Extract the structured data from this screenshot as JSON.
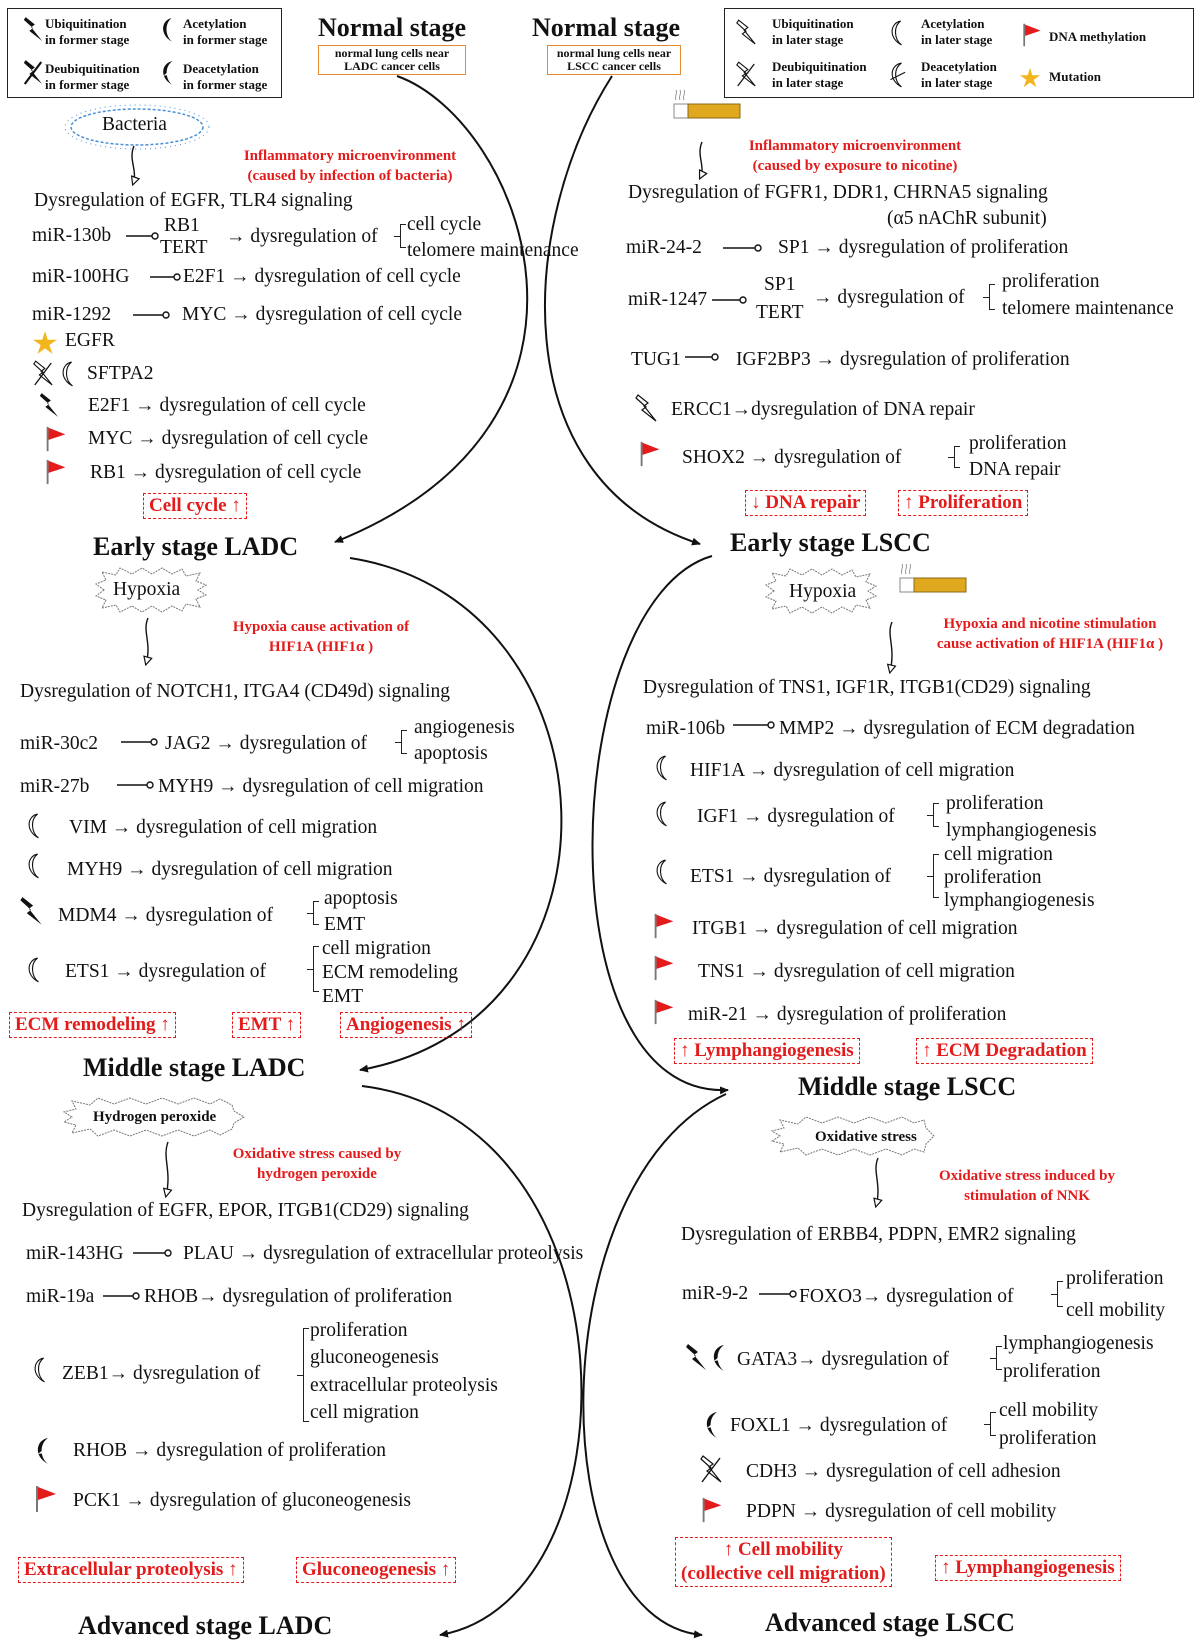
{
  "legend_left": {
    "ubi_former": "Ubiquitination in former stage",
    "ubi_former_l1": "Ubiquitination",
    "ubi_former_l2": "in former stage",
    "ace_former_l1": "Acetylation",
    "ace_former_l2": "in former stage",
    "deubi_former_l1": "Deubiquitination",
    "deubi_former_l2": "in former stage",
    "deace_former_l1": "Deacetylation",
    "deace_former_l2": "in former stage"
  },
  "legend_right": {
    "ubi_later_l1": "Ubiquitination",
    "ubi_later_l2": "in later stage",
    "ace_later_l1": "Acetylation",
    "ace_later_l2": "in later stage",
    "methyl": "DNA methylation",
    "deubi_later_l1": "Deubiquitination",
    "deubi_later_l2": "in later stage",
    "deace_later_l1": "Deacetylation",
    "deace_later_l2": "in later stage",
    "mutation": "Mutation"
  },
  "stages": {
    "normal_left": "Normal stage",
    "normal_left_cells_l1": "normal lung cells near",
    "normal_left_cells_l2": "LADC cancer cells",
    "normal_right": "Normal stage",
    "normal_right_cells_l1": "normal lung cells near",
    "normal_right_cells_l2": "LSCC cancer cells",
    "early_ladc": "Early stage LADC",
    "early_lscc": "Early stage LSCC",
    "middle_ladc": "Middle stage LADC",
    "middle_lscc": "Middle stage LSCC",
    "advanced_ladc": "Advanced stage LADC",
    "advanced_lscc": "Advanced stage LSCC"
  },
  "stimuli": {
    "bacteria": "Bacteria",
    "hypoxia_left": "Hypoxia",
    "hypoxia_right": "Hypoxia",
    "hydrogen": "Hydrogen peroxide",
    "oxidative": "Oxidative stress"
  },
  "red_notes": {
    "bacteria_l1": "Inflammatory microenvironment",
    "bacteria_l2": "(caused by infection of bacteria)",
    "nicotine_l1": "Inflammatory microenvironment",
    "nicotine_l2": "(caused by exposure to nicotine)",
    "hypoxia_l1": "Hypoxia cause activation of",
    "hypoxia_l2": "HIF1A (HIF1α )",
    "hypoxia_r_l1": "Hypoxia and nicotine stimulation",
    "hypoxia_r_l2": "cause activation of HIF1A (HIF1α )",
    "h2o2_l1": "Oxidative stress caused by",
    "h2o2_l2": "hydrogen peroxide",
    "nnk_l1": "Oxidative stress induced by",
    "nnk_l2": "stimulation of NNK"
  },
  "outcomes": {
    "cell_cycle": "Cell cycle ↑",
    "dna_repair": "↓ DNA repair",
    "proliferation": "↑ Proliferation",
    "ecm_remodeling": "ECM remodeling ↑",
    "emt": "EMT ↑",
    "angiogenesis": "Angiogenesis ↑",
    "lymphangio_mid": "↑ Lymphangiogenesis",
    "ecm_degradation": "↑ ECM Degradation",
    "extracellular": "Extracellular proteolysis ↑",
    "gluconeogenesis": "Gluconeogenesis ↑",
    "cell_mobility_l1": "↑ Cell mobility",
    "cell_mobility_l2": "(collective cell migration)",
    "lymphangio_adv": "↑ Lymphangiogenesis"
  },
  "q1": {
    "signaling": "Dysregulation of EGFR, TLR4 signaling",
    "mir130b": "miR-130b",
    "rb1": "RB1",
    "tert": "TERT",
    "arrow_dys_of": "→ dysregulation of",
    "cell_cycle": "cell cycle",
    "telomere": "telomere maintenance",
    "mir100hg": "miR-100HG",
    "mir100hg_target": "E2F1  → dysregulation of  cell cycle",
    "mir1292": "miR-1292",
    "mir1292_target": "MYC  → dysregulation of  cell cycle",
    "egfr": "EGFR",
    "sftpa2": "SFTPA2",
    "e2f1": "E2F1 → dysregulation of cell cycle",
    "myc": "MYC  → dysregulation of cell cycle",
    "rb1_line": "RB1   → dysregulation of cell cycle"
  },
  "q2": {
    "signaling_l1": "Dysregulation of FGFR1, DDR1, CHRNA5  signaling",
    "signaling_l2": "(α5 nAChR subunit)",
    "mir242": "miR-24-2",
    "mir242_target": "SP1 → dysregulation of    proliferation",
    "mir1247": "miR-1247",
    "sp1": "SP1",
    "tert": "TERT",
    "arrow_dys_of": "→ dysregulation of",
    "proliferation": "proliferation",
    "telomere": "telomere maintenance",
    "tug1": "TUG1",
    "tug1_target": "IGF2BP3  → dysregulation of  proliferation",
    "ercc1": "ERCC1→dysregulation of DNA repair",
    "shox2": "SHOX2   → dysregulation of",
    "shox2_p": "proliferation",
    "shox2_d": "DNA repair"
  },
  "q3": {
    "signaling": "Dysregulation of NOTCH1, ITGA4 (CD49d)  signaling",
    "mir30c2": "miR-30c2",
    "jag2": "JAG2 → dysregulation of",
    "angiogenesis": "angiogenesis",
    "apoptosis": "apoptosis",
    "mir27b": "miR-27b",
    "myh9_target": "MYH9 → dysregulation of cell migration",
    "vim": "VIM  → dysregulation of  cell migration",
    "myh9": "MYH9  → dysregulation of  cell migration",
    "mdm4": "MDM4 → dysregulation of",
    "mdm4_a": "apoptosis",
    "mdm4_e": "EMT",
    "ets1": "ETS1  → dysregulation of",
    "ets1_a": "cell migration",
    "ets1_b": "ECM remodeling",
    "ets1_c": "EMT"
  },
  "q4": {
    "signaling": "Dysregulation of TNS1, IGF1R, ITGB1(CD29) signaling",
    "mir106b": "miR-106b",
    "mmp2": "MMP2 → dysregulation of ECM degradation",
    "hif1a": "HIF1A  → dysregulation of   cell migration",
    "igf1": "IGF1  → dysregulation of",
    "igf1_a": "proliferation",
    "igf1_b": "lymphangiogenesis",
    "ets1": "ETS1  → dysregulation of",
    "ets1_a": "cell migration",
    "ets1_b": "proliferation",
    "ets1_c": "lymphangiogenesis",
    "itgb1": "ITGB1 → dysregulation of  cell migration",
    "tns1": "TNS1  → dysregulation of  cell migration",
    "mir21": "miR-21 → dysregulation of  proliferation"
  },
  "q5": {
    "signaling": "Dysregulation of EGFR, EPOR, ITGB1(CD29) signaling",
    "mir143hg": "miR-143HG",
    "plau": "PLAU → dysregulation of  extracellular proteolysis",
    "mir19a": "miR-19a",
    "rhob_target": "RHOB→ dysregulation of proliferation",
    "zeb1": "ZEB1→ dysregulation of",
    "zeb1_a": "proliferation",
    "zeb1_b": "gluconeogenesis",
    "zeb1_c": "extracellular proteolysis",
    "zeb1_d": "cell migration",
    "rhob": "RHOB  → dysregulation of proliferation",
    "pck1": "PCK1 → dysregulation of  gluconeogenesis"
  },
  "q6": {
    "signaling": "Dysregulation of ERBB4, PDPN, EMR2 signaling",
    "mir92": "miR-9-2",
    "foxo3": "FOXO3→ dysregulation of",
    "foxo3_a": "proliferation",
    "foxo3_b": "cell mobility",
    "gata3": "GATA3→ dysregulation of",
    "gata3_a": "lymphangiogenesis",
    "gata3_b": "proliferation",
    "foxl1": "FOXL1  → dysregulation of",
    "foxl1_a": "cell mobility",
    "foxl1_b": "proliferation",
    "cdh3": "CDH3 → dysregulation of  cell adhesion",
    "pdpn": "PDPN  → dysregulation of  cell mobility"
  },
  "colors": {
    "red": "#e31b1b",
    "orange": "#e58a2e",
    "mutation": "#f2b51d",
    "cigarette": "#e0a81e",
    "bacteria": "#4a8fd8"
  },
  "icon_names": [
    "ubiquitination-icon",
    "acetylation-icon",
    "deubiquitination-icon",
    "deacetylation-icon",
    "methylation-flag-icon",
    "mutation-star-icon",
    "bacteria-icon",
    "hypoxia-burst-icon",
    "cigarette-icon"
  ]
}
